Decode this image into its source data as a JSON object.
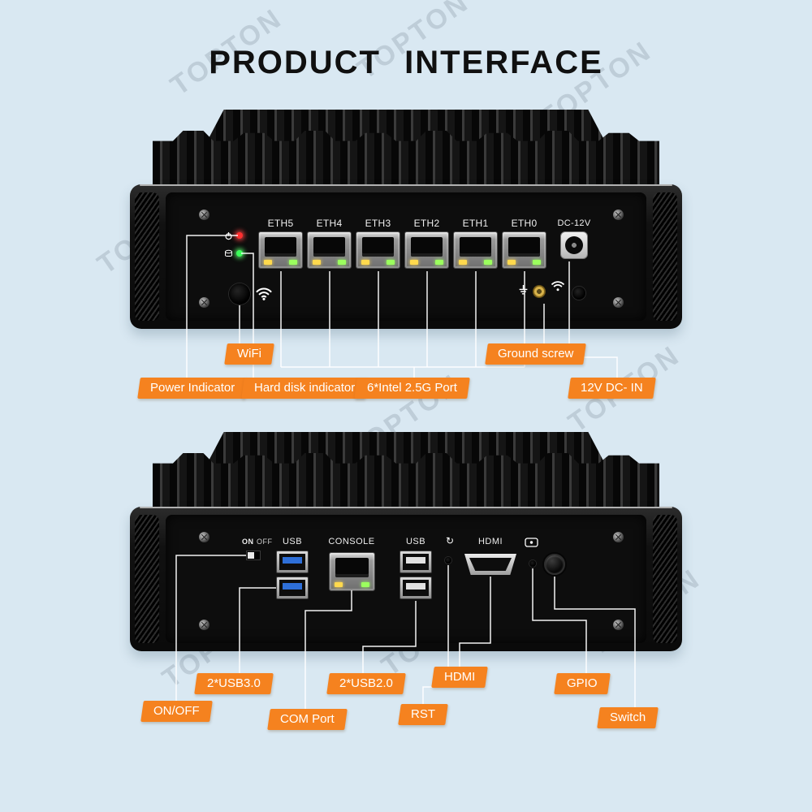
{
  "page": {
    "title": "PRODUCT INTERFACE",
    "watermark": "TOPTON",
    "background_color": "#d9e8f2",
    "accent_color": "#f5821f",
    "callout_line_color": "#ffffff"
  },
  "top_device": {
    "port_labels": [
      "ETH5",
      "ETH4",
      "ETH3",
      "ETH2",
      "ETH1",
      "ETH0"
    ],
    "dc_label": "DC-12V"
  },
  "top_callouts": {
    "wifi": "WiFi",
    "power_indicator": "Power Indicator",
    "hard_disk_indicator": "Hard disk indicator",
    "lan_ports": "6*Intel 2.5G Port",
    "ground_screw": "Ground screw",
    "dc_in": "12V DC- IN"
  },
  "bottom_device": {
    "on_label": "ON",
    "off_label": "OFF",
    "usb3_label": "USB",
    "console_label": "CONSOLE",
    "usb2_label": "USB",
    "hdmi_label": "HDMI",
    "reset_icon": "↻"
  },
  "bottom_callouts": {
    "usb3": "2*USB3.0",
    "on_off": "ON/OFF",
    "com_port": "COM Port",
    "usb2": "2*USB2.0",
    "rst": "RST",
    "hdmi": "HDMI",
    "gpio": "GPIO",
    "switch": "Switch"
  }
}
